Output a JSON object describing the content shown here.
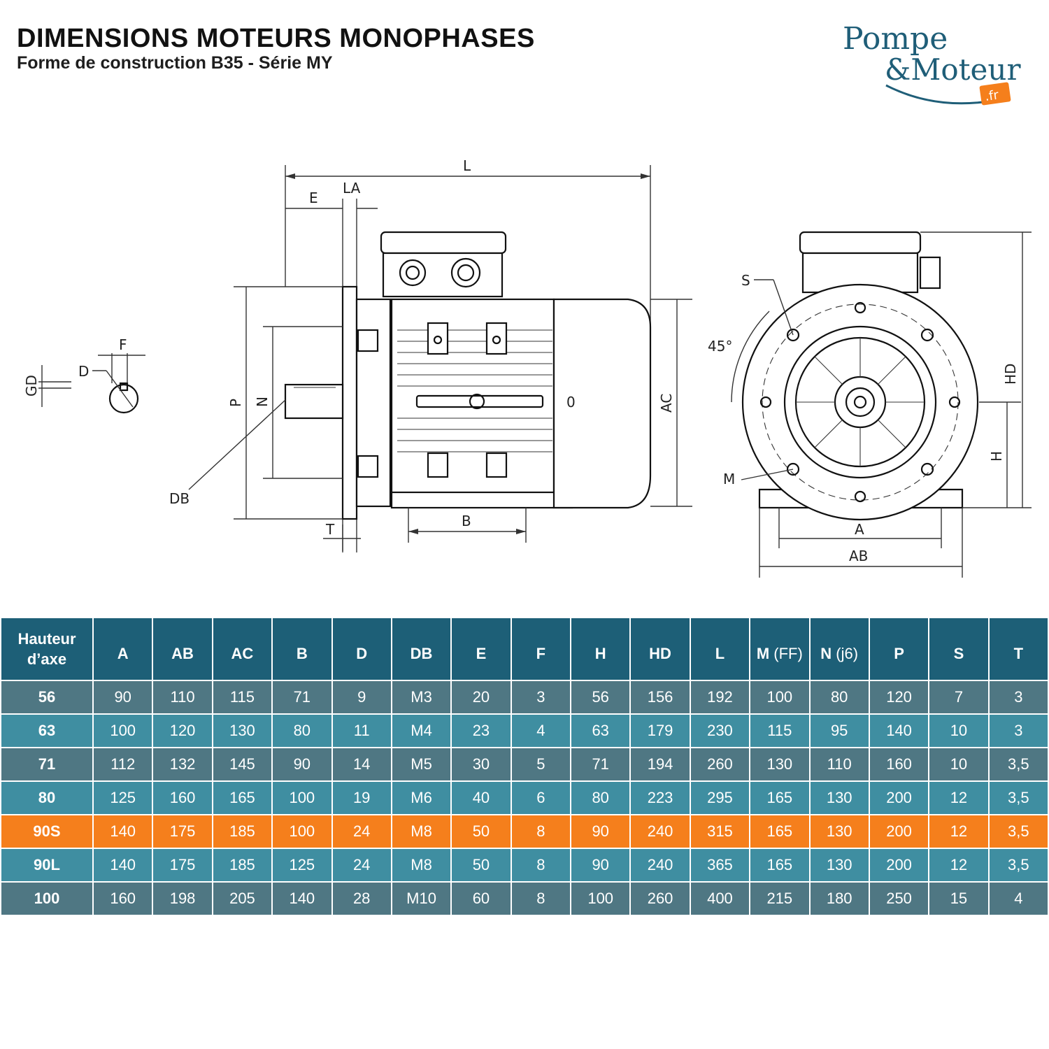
{
  "header": {
    "title": "DIMENSIONS MOTEURS MONOPHASES",
    "subtitle": "Forme de construction B35 - Série MY"
  },
  "logo": {
    "line1": "Pompe",
    "line2": "&Moteur",
    "tld": ".fr"
  },
  "drawing": {
    "labels": {
      "L": "L",
      "E": "E",
      "LA": "LA",
      "P": "P",
      "N": "N",
      "DB": "DB",
      "T": "T",
      "B": "B",
      "AC": "AC",
      "O": "0",
      "F": "F",
      "D": "D",
      "GD": "GD",
      "S": "S",
      "angle": "45°",
      "M": "M",
      "HD": "HD",
      "H": "H",
      "A": "A",
      "AB": "AB"
    }
  },
  "table": {
    "first_header": [
      "Hauteur",
      "d’axe"
    ],
    "columns": [
      {
        "main": "A",
        "sub": ""
      },
      {
        "main": "AB",
        "sub": ""
      },
      {
        "main": "AC",
        "sub": ""
      },
      {
        "main": "B",
        "sub": ""
      },
      {
        "main": "D",
        "sub": ""
      },
      {
        "main": "DB",
        "sub": ""
      },
      {
        "main": "E",
        "sub": ""
      },
      {
        "main": "F",
        "sub": ""
      },
      {
        "main": "H",
        "sub": ""
      },
      {
        "main": "HD",
        "sub": ""
      },
      {
        "main": "L",
        "sub": ""
      },
      {
        "main": "M",
        "sub": " (FF)"
      },
      {
        "main": "N",
        "sub": " (j6)"
      },
      {
        "main": "P",
        "sub": ""
      },
      {
        "main": "S",
        "sub": ""
      },
      {
        "main": "T",
        "sub": ""
      }
    ],
    "highlight_color": "#f57f1c",
    "rows": [
      {
        "key": "56",
        "style": "dark",
        "values": [
          "90",
          "110",
          "115",
          "71",
          "9",
          "M3",
          "20",
          "3",
          "56",
          "156",
          "192",
          "100",
          "80",
          "120",
          "7",
          "3"
        ]
      },
      {
        "key": "63",
        "style": "light",
        "values": [
          "100",
          "120",
          "130",
          "80",
          "11",
          "M4",
          "23",
          "4",
          "63",
          "179",
          "230",
          "115",
          "95",
          "140",
          "10",
          "3"
        ]
      },
      {
        "key": "71",
        "style": "dark",
        "values": [
          "112",
          "132",
          "145",
          "90",
          "14",
          "M5",
          "30",
          "5",
          "71",
          "194",
          "260",
          "130",
          "110",
          "160",
          "10",
          "3,5"
        ]
      },
      {
        "key": "80",
        "style": "light",
        "values": [
          "125",
          "160",
          "165",
          "100",
          "19",
          "M6",
          "40",
          "6",
          "80",
          "223",
          "295",
          "165",
          "130",
          "200",
          "12",
          "3,5"
        ]
      },
      {
        "key": "90S",
        "style": "hl",
        "values": [
          "140",
          "175",
          "185",
          "100",
          "24",
          "M8",
          "50",
          "8",
          "90",
          "240",
          "315",
          "165",
          "130",
          "200",
          "12",
          "3,5"
        ]
      },
      {
        "key": "90L",
        "style": "light",
        "values": [
          "140",
          "175",
          "185",
          "125",
          "24",
          "M8",
          "50",
          "8",
          "90",
          "240",
          "365",
          "165",
          "130",
          "200",
          "12",
          "3,5"
        ]
      },
      {
        "key": "100",
        "style": "dark",
        "values": [
          "160",
          "198",
          "205",
          "140",
          "28",
          "M10",
          "60",
          "8",
          "100",
          "260",
          "400",
          "215",
          "180",
          "250",
          "15",
          "4"
        ]
      }
    ]
  }
}
